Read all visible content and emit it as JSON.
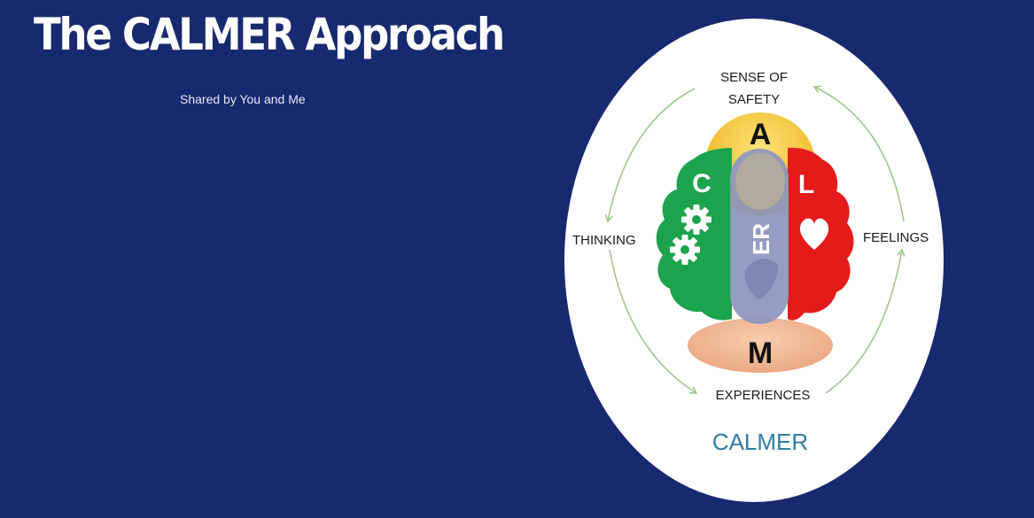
{
  "slide": {
    "title": "The CALMER Approach",
    "subtitle": "Shared by You and Me",
    "background_color": "#182a6f"
  },
  "diagram": {
    "labels": {
      "top_line1": "SENSE OF",
      "top_line2": "SAFETY",
      "left": "THINKING",
      "right": "FEELINGS",
      "bottom": "EXPERIENCES",
      "caption": "CALMER"
    },
    "letters": {
      "c": "C",
      "a": "A",
      "l": "L",
      "m": "M",
      "er": "ER"
    },
    "icons": [
      "gear-icon",
      "gear-icon",
      "heart-icon",
      "cycle-arrows"
    ],
    "colors": {
      "thinking_lobe": "#1ea34d",
      "feelings_lobe": "#e41b1b",
      "safety_cap": "#f4c430",
      "experiences_base": "#efb48f",
      "er_band": "#8e96bd",
      "caption": "#2f7ea6",
      "arrows": "#9bc98b"
    }
  }
}
